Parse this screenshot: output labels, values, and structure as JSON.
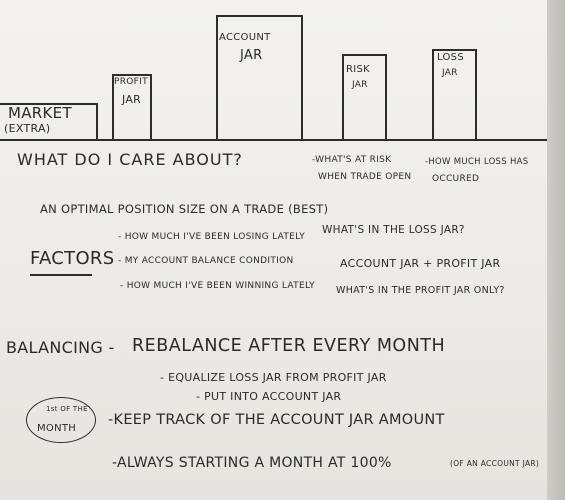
{
  "jars": {
    "market": {
      "line1": "MARKET",
      "line2": "(EXTRA)"
    },
    "profit": {
      "line1": "PROFIT",
      "line2": "JAR"
    },
    "account": {
      "line1": "ACCOUNT",
      "line2": "JAR"
    },
    "risk": {
      "line1": "RISK",
      "line2": "JAR"
    },
    "loss": {
      "line1": "LOSS",
      "line2": "JAR"
    }
  },
  "question": "WHAT DO I CARE ABOUT?",
  "risk_note": {
    "line1": "-WHAT'S AT RISK",
    "line2": "WHEN TRADE OPEN"
  },
  "loss_note": {
    "line1": "-HOW MUCH LOSS HAS",
    "line2": "OCCURED"
  },
  "optimal": "AN OPTIMAL POSITION SIZE ON A TRADE (BEST)",
  "factors_label": "FACTORS",
  "factors": [
    {
      "text": "- HOW MUCH I'VE BEEN LOSING LATELY",
      "result": "WHAT'S IN THE LOSS JAR?"
    },
    {
      "text": "- MY ACCOUNT BALANCE CONDITION",
      "result": "ACCOUNT JAR + PROFIT JAR"
    },
    {
      "text": "- HOW MUCH I'VE BEEN WINNING LATELY",
      "result": "WHAT'S IN THE PROFIT JAR ONLY?"
    }
  ],
  "balancing_label": "BALANCING -",
  "rebalance": "REBALANCE AFTER EVERY MONTH",
  "equalize": "- EQUALIZE LOSS JAR FROM PROFIT JAR",
  "put_into": "- PUT INTO ACCOUNT JAR",
  "month_badge": {
    "line1": "1st OF THE",
    "line2": "MONTH"
  },
  "keep_track": "-KEEP TRACK OF THE ACCOUNT JAR AMOUNT",
  "always": "-ALWAYS STARTING A MONTH AT 100%",
  "always_note": "(OF AN ACCOUNT JAR)"
}
